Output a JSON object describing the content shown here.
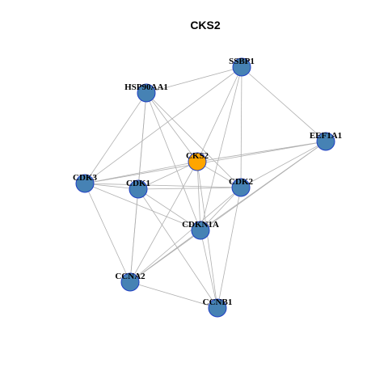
{
  "title": "CKS2",
  "colors": {
    "background": "#ffffff",
    "edge": "#b0b0b0",
    "node_fill": "#4682b4",
    "center_fill": "#ffa500",
    "node_border": "#1f3fc4"
  },
  "nodes": [
    {
      "id": "SSBP1",
      "label": "SSBP1",
      "role": "neighbor"
    },
    {
      "id": "HSP90AA1",
      "label": "HSP90AA1",
      "role": "neighbor"
    },
    {
      "id": "EEF1A1",
      "label": "EEF1A1",
      "role": "neighbor"
    },
    {
      "id": "CKS2",
      "label": "CKS2",
      "role": "center"
    },
    {
      "id": "CDK3",
      "label": "CDK3",
      "role": "neighbor"
    },
    {
      "id": "CDK1",
      "label": "CDK1",
      "role": "neighbor"
    },
    {
      "id": "CDK2",
      "label": "CDK2",
      "role": "neighbor"
    },
    {
      "id": "CDKN1A",
      "label": "CDKN1A",
      "role": "neighbor"
    },
    {
      "id": "CCNA2",
      "label": "CCNA2",
      "role": "neighbor"
    },
    {
      "id": "CCNB1",
      "label": "CCNB1",
      "role": "neighbor"
    }
  ],
  "edges": [
    [
      "SSBP1",
      "HSP90AA1"
    ],
    [
      "SSBP1",
      "EEF1A1"
    ],
    [
      "SSBP1",
      "CKS2"
    ],
    [
      "SSBP1",
      "CDK2"
    ],
    [
      "SSBP1",
      "CDKN1A"
    ],
    [
      "SSBP1",
      "CDK3"
    ],
    [
      "HSP90AA1",
      "CDK3"
    ],
    [
      "HSP90AA1",
      "CDK1"
    ],
    [
      "HSP90AA1",
      "CKS2"
    ],
    [
      "HSP90AA1",
      "CDK2"
    ],
    [
      "HSP90AA1",
      "CDKN1A"
    ],
    [
      "HSP90AA1",
      "CCNA2"
    ],
    [
      "EEF1A1",
      "CKS2"
    ],
    [
      "EEF1A1",
      "CDK2"
    ],
    [
      "EEF1A1",
      "CDKN1A"
    ],
    [
      "EEF1A1",
      "CDK3"
    ],
    [
      "EEF1A1",
      "CCNA2"
    ],
    [
      "CKS2",
      "CDK3"
    ],
    [
      "CKS2",
      "CDK1"
    ],
    [
      "CKS2",
      "CDK2"
    ],
    [
      "CKS2",
      "CDKN1A"
    ],
    [
      "CKS2",
      "CCNA2"
    ],
    [
      "CKS2",
      "CCNB1"
    ],
    [
      "CDK3",
      "CDK1"
    ],
    [
      "CDK3",
      "CDK2"
    ],
    [
      "CDK3",
      "CDKN1A"
    ],
    [
      "CDK3",
      "CCNA2"
    ],
    [
      "CDK1",
      "CDK2"
    ],
    [
      "CDK1",
      "CDKN1A"
    ],
    [
      "CDK1",
      "CCNA2"
    ],
    [
      "CDK1",
      "CCNB1"
    ],
    [
      "CDK2",
      "CDKN1A"
    ],
    [
      "CDK2",
      "CCNA2"
    ],
    [
      "CDK2",
      "CCNB1"
    ],
    [
      "CDKN1A",
      "CCNA2"
    ],
    [
      "CDKN1A",
      "CCNB1"
    ],
    [
      "CCNA2",
      "CCNB1"
    ]
  ]
}
